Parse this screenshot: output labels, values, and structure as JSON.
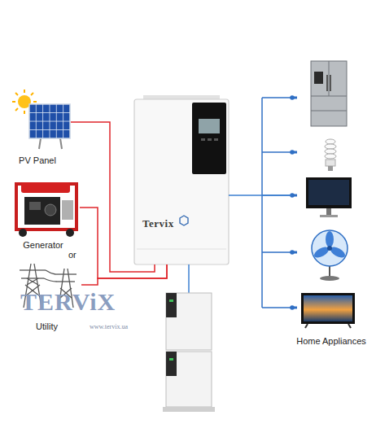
{
  "diagram": {
    "nodes": [
      {
        "text": [
          "PV Panel"
        ]
      },
      {
        "text": [
          "Generator"
        ]
      },
      {
        "text": [
          "Utility"
        ]
      },
      {
        "text": [
          "Tervix"
        ]
      },
      {
        "text": [
          "Home Appliances"
        ]
      }
    ],
    "edges": [
      {
        "from": 0,
        "to": 3,
        "arrow": "none"
      },
      {
        "from": 1,
        "to": 3,
        "arrow": "none"
      },
      {
        "from": 2,
        "to": 3,
        "arrow": "none"
      },
      {
        "from": 3,
        "to": 4,
        "arrow": "none"
      }
    ],
    "labels": [
      "or",
      "TERViX",
      "www.tervix.ua"
    ]
  }
}
